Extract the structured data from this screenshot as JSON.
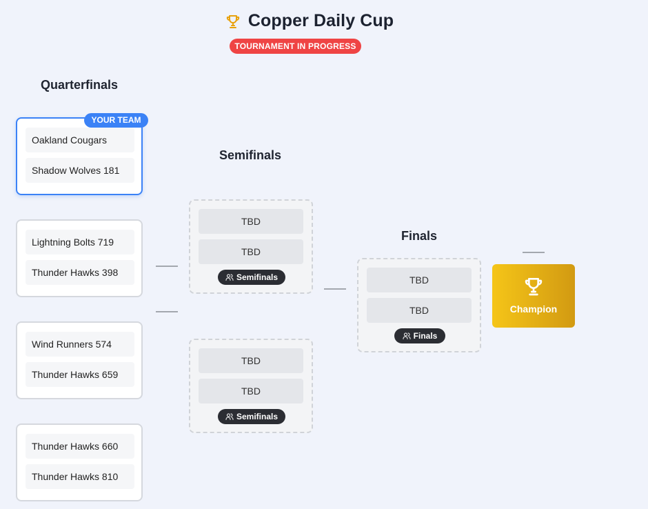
{
  "header": {
    "title": "Copper Daily Cup",
    "status_badge": "TOURNAMENT IN PROGRESS",
    "trophy_icon": "trophy-icon",
    "accent_color": "#e8a10c",
    "status_color": "#ef4444"
  },
  "rounds": {
    "quarterfinals": {
      "title": "Quarterfinals",
      "your_team_badge": "YOUR TEAM",
      "matches": [
        {
          "team1": "Oakland Cougars",
          "team2": "Shadow Wolves 181"
        },
        {
          "team1": "Lightning Bolts 719",
          "team2": "Thunder Hawks 398"
        },
        {
          "team1": "Wind Runners 574",
          "team2": "Thunder Hawks 659"
        },
        {
          "team1": "Thunder Hawks 660",
          "team2": "Thunder Hawks 810"
        }
      ]
    },
    "semifinals": {
      "title": "Semifinals",
      "matches": [
        {
          "team1": "TBD",
          "team2": "TBD",
          "label": "Semifinals"
        },
        {
          "team1": "TBD",
          "team2": "TBD",
          "label": "Semifinals"
        }
      ]
    },
    "finals": {
      "title": "Finals",
      "match": {
        "team1": "TBD",
        "team2": "TBD",
        "label": "Finals"
      }
    }
  },
  "champion": {
    "label": "Champion",
    "icon": "trophy-icon",
    "color": "#e5b214"
  }
}
